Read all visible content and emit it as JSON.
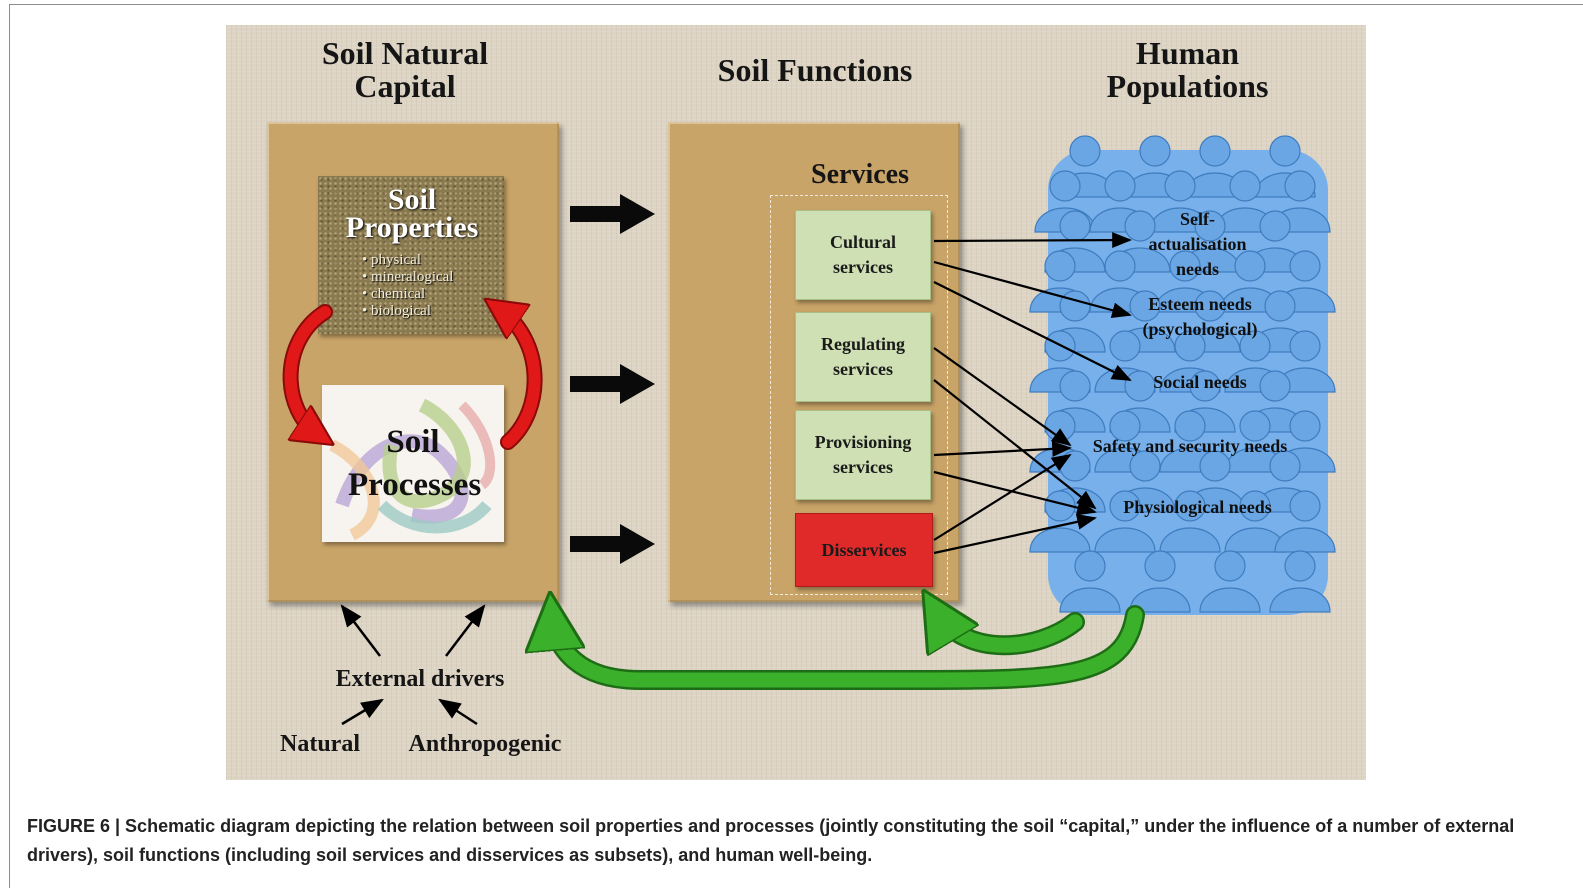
{
  "titles": {
    "capital": "Soil Natural Capital",
    "functions": "Soil Functions",
    "populations": "Human Populations"
  },
  "soil_properties": {
    "title": "Soil Properties",
    "items": [
      "• physical",
      "• mineralogical",
      "• chemical",
      "• biological"
    ]
  },
  "soil_processes": "Soil Processes",
  "services_label": "Services",
  "services": [
    "Cultural services",
    "Regulating services",
    "Provisioning services",
    "Disservices"
  ],
  "needs": [
    "Self-actualisation needs",
    "Esteem needs (psychological)",
    "Social needs",
    "Safety and security needs",
    "Physiological needs"
  ],
  "drivers": {
    "label": "External drivers",
    "natural": "Natural",
    "anthropogenic": "Anthropogenic"
  },
  "caption": "FIGURE 6 | Schematic diagram depicting the relation between soil properties and processes (jointly constituting the soil “capital,” under the influence of a number of external drivers), soil functions (including soil services and disservices as subsets), and human well-being.",
  "colors": {
    "panel": "#c9a468",
    "service_box": "#cfe0b4",
    "disservice_box": "#e02a2a",
    "people": "#6aa6e4",
    "cycle_arrow": "#e01818",
    "feedback_arrow": "#3bb02a"
  }
}
